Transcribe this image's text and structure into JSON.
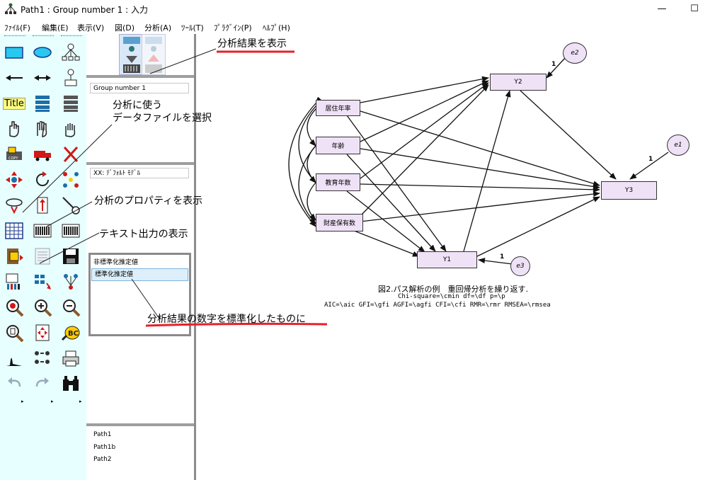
{
  "window": {
    "title": "Path1 : Group number 1 : 入力",
    "minimize_glyph": "—",
    "maximize_glyph": "☐"
  },
  "menu": [
    "ﾌｧｲﾙ(F)",
    "編集(E)",
    "表示(V)",
    "図(D)",
    "分析(A)",
    "ﾂｰﾙ(T)",
    "ﾌﾟﾗｸﾞｲﾝ(P)",
    "ﾍﾙﾌﾟ(H)"
  ],
  "toolbox": {
    "icons": [
      "rectangle-icon",
      "ellipse-icon",
      "latent-indicator-icon",
      "single-arrow-icon",
      "double-arrow-icon",
      "unique-variable-icon",
      "title-icon",
      "list-variables-icon",
      "list-data-variables-icon",
      "select-one-icon",
      "select-all-icon",
      "deselect-all-icon",
      "duplicate-icon",
      "move-icon",
      "erase-icon",
      "move-parameter-icon",
      "rotate-icon",
      "reflect-icon",
      "scroll-icon",
      "touch-up-icon",
      "data-files-icon",
      "analysis-properties-icon",
      "calculate-estimates-icon",
      "view-text-icon",
      "copy-clipboard-icon",
      "save-icon",
      "print-icon",
      "specification-search-icon",
      "bayesian-icon",
      "multiple-group-icon",
      "magnify-icon",
      "zoom-in-icon",
      "zoom-out-icon",
      "zoom-page-icon",
      "fit-to-page-icon",
      "loupe-icon",
      "bootstrap-icon",
      "degrees-freedom-icon",
      "preview-icon",
      "undo-icon",
      "redo-icon",
      "binoculars-icon"
    ],
    "title_label": "Title"
  },
  "panel": {
    "group": "Group number 1",
    "model": "XX: ﾃﾞﾌｫﾙﾄ ﾓﾃﾞﾙ",
    "estimates": [
      "非標準化推定値",
      "標準化推定値"
    ],
    "paths": [
      "Path1",
      "Path1b",
      "Path2"
    ]
  },
  "diagram": {
    "nodes": {
      "y2": "Y2",
      "y3": "Y3",
      "y1": "Y1",
      "jukyo": "居住年率",
      "nenrei": "年齢",
      "kyoiku": "教育年数",
      "zaisan": "財産保有数"
    },
    "errors": {
      "e1": "e1",
      "e2": "e2",
      "e3": "e3"
    },
    "loadings": [
      "1",
      "1",
      "1"
    ],
    "caption": "図2.パス解析の例　重回帰分析を繰り返す.",
    "line2": "Chi-square=\\cmin  df=\\df  p=\\p",
    "line3": "AIC=\\aic  GFI=\\gfi  AGFI=\\agfi  CFI=\\cfi  RMR=\\rmr  RMSEA=\\rmsea"
  },
  "annotations": {
    "show_results": "分析結果を表示",
    "data_file_1": "分析に使う",
    "data_file_2": "データファイルを選択",
    "properties": "分析のプロパティを表示",
    "text_output": "テキスト出力の表示",
    "standardized": "分析結果の数字を標準化したものに"
  },
  "colors": {
    "toolbox_bg": "#e8ffff",
    "node_fill": "#efe2f7",
    "underline": "#e8202a"
  }
}
